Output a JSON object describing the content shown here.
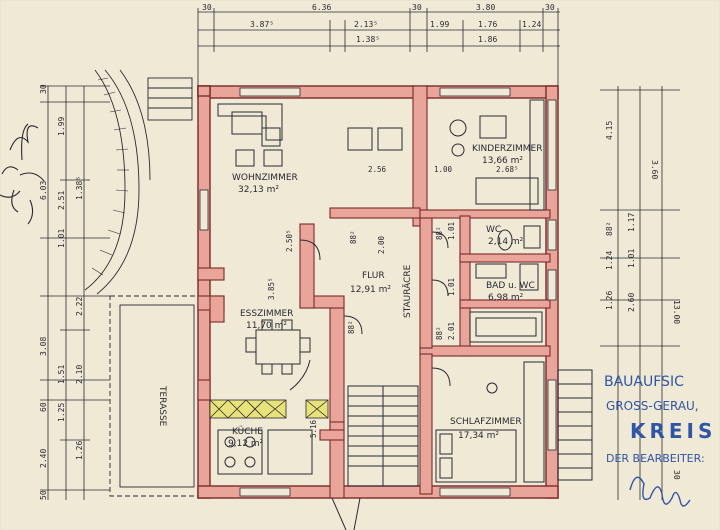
{
  "rooms": {
    "wohnzimmer": {
      "name": "WOHNZIMMER",
      "area": "32,13 m²"
    },
    "kinderzimmer": {
      "name": "KINDERZIMMER",
      "area": "13,66 m²"
    },
    "wc": {
      "name": "WC",
      "area": "2,14 m²"
    },
    "flur": {
      "name": "FLUR",
      "area": "12,91 m²"
    },
    "bad": {
      "name": "BAD u. WC",
      "area": "6,98 m²"
    },
    "esszimmer": {
      "name": "ESSZIMMER",
      "area": "11,70 m²"
    },
    "kueche": {
      "name": "KÜCHE",
      "area": "9,12 m²"
    },
    "schlafzimmer": {
      "name": "SCHLAFZIMMER",
      "area": "17,34 m²"
    },
    "terasse": {
      "name": "TERASSE"
    },
    "stauraum": {
      "name": "STAURÄCRE"
    }
  },
  "dimensions": {
    "top_row1": [
      "30",
      "6.36",
      "30",
      "3.80",
      "30"
    ],
    "top_row2": [
      "3.87⁵",
      "2.13⁵",
      "1.99",
      "1.76",
      "1.24"
    ],
    "top_row3": [
      "1.38⁵",
      "1.86"
    ],
    "left_outer": [
      "30",
      "6.03",
      "3.08",
      "60",
      "2.40",
      "50"
    ],
    "left_inner": [
      "1.99",
      "2.51",
      "1.38⁵",
      "1.01",
      "2.22",
      "1.51",
      "2.10",
      "1.25",
      "1.26"
    ],
    "right_outer": [
      "3.60",
      "13.00",
      "30"
    ],
    "right_inner": [
      "4.15",
      "88²",
      "1.24",
      "1.26",
      "2.60",
      "1.17",
      "1.01"
    ],
    "inner": [
      "2.56",
      "1.00",
      "2.68⁵",
      "2.00",
      "88²",
      "2.50⁵",
      "3.85⁵",
      "88²",
      "88²",
      "1.01",
      "1.01",
      "2.01",
      "88²",
      "5.16"
    ]
  },
  "stamp": {
    "line1": "BAUAUFSIC",
    "line2": "GROSS-GERAU,",
    "line3": "KREIS",
    "line4": "DER BEARBEITER:"
  }
}
